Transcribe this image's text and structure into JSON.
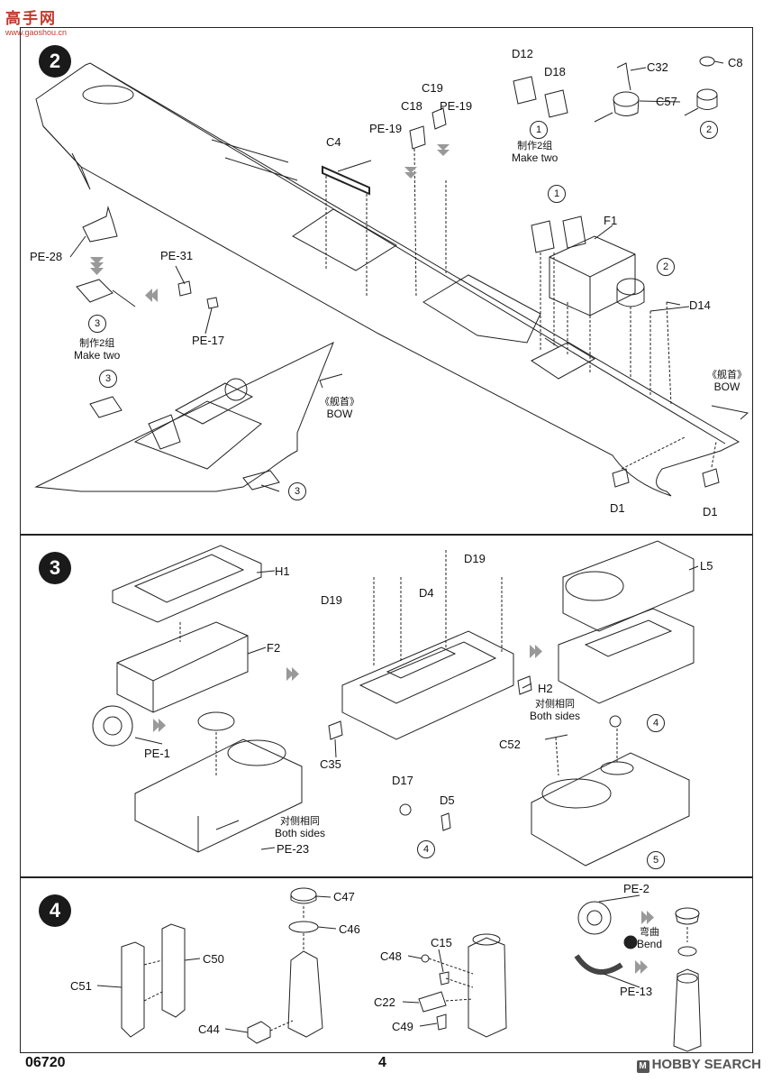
{
  "watermark_top": {
    "brand": "高手网",
    "url": "www.gaoshou.cn"
  },
  "step2": {
    "number": "2",
    "labels": {
      "d12": "D12",
      "d18": "D18",
      "c19": "C19",
      "c18": "C18",
      "pe19a": "PE-19",
      "pe19b": "PE-19",
      "c32": "C32",
      "c57": "C57",
      "c8": "C8",
      "c4": "C4",
      "f1": "F1",
      "d14": "D14",
      "pe28": "PE-28",
      "pe31": "PE-31",
      "pe17": "PE-17",
      "d1a": "D1",
      "d1b": "D1"
    },
    "make_two_cn": "制作2组",
    "make_two_en": "Make two",
    "make_two2_cn": "制作2组",
    "make_two2_en": "Make two",
    "bow1_cn": "《舰首》",
    "bow1_en": "BOW",
    "bow2_cn": "《舰首》",
    "bow2_en": "BOW",
    "callouts": {
      "c1a": "1",
      "c2a": "2",
      "c1b": "1",
      "c2b": "2",
      "c3a": "3",
      "c3b": "3",
      "c3c": "3"
    }
  },
  "step3": {
    "number": "3",
    "labels": {
      "h1": "H1",
      "f2": "F2",
      "pe1": "PE-1",
      "pe23": "PE-23",
      "d19a": "D19",
      "d19b": "D19",
      "d4": "D4",
      "h2": "H2",
      "c35": "C35",
      "d17": "D17",
      "d5": "D5",
      "l5": "L5",
      "c52": "C52"
    },
    "both1_cn": "对侧相同",
    "both1_en": "Both sides",
    "both2_cn": "对侧相同",
    "both2_en": "Both sides",
    "callouts": {
      "c4a": "4",
      "c4b": "4",
      "c5": "5"
    }
  },
  "step4": {
    "number": "4",
    "labels": {
      "c47": "C47",
      "c46": "C46",
      "c50": "C50",
      "c51": "C51",
      "c44": "C44",
      "c48": "C48",
      "c15": "C15",
      "c22": "C22",
      "c49": "C49",
      "pe2": "PE-2",
      "pe13": "PE-13"
    },
    "bend_cn": "弯曲",
    "bend_en": "Bend"
  },
  "footer": {
    "code": "06720",
    "page": "4",
    "watermark": "HOBBY SEARCH"
  }
}
